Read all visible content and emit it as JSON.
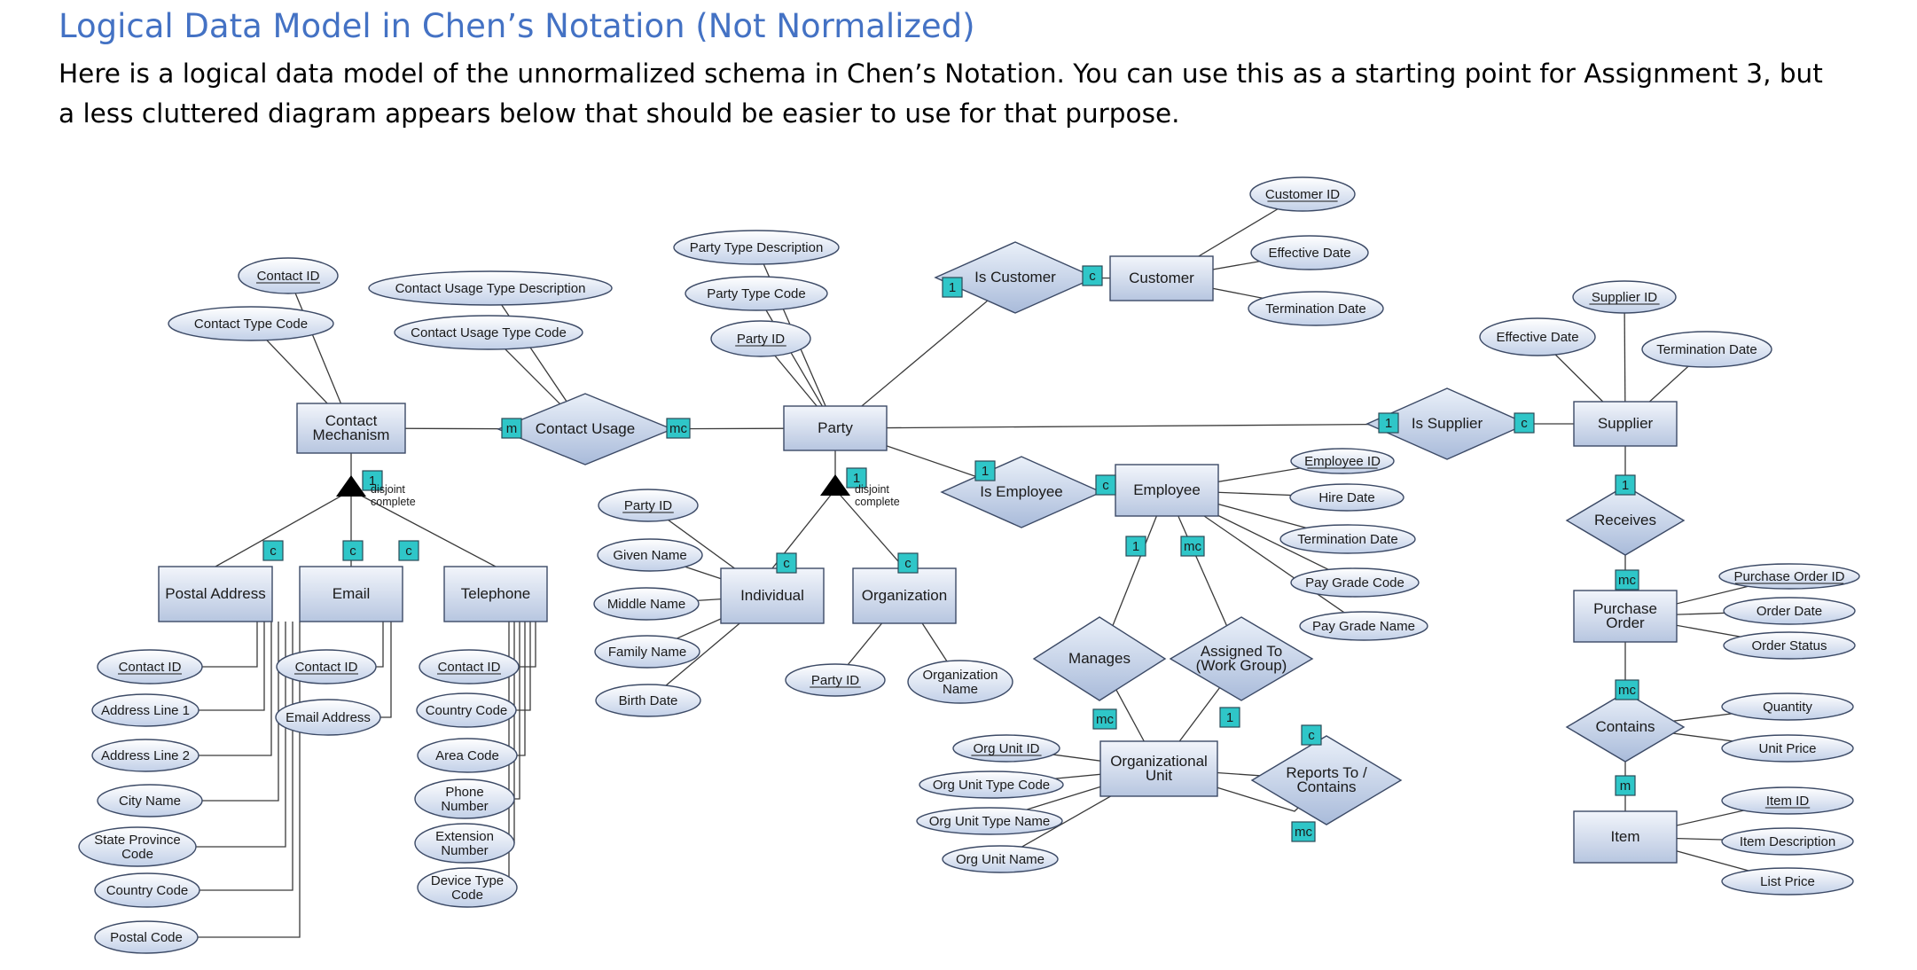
{
  "page": {
    "title": "Logical Data Model in Chen’s Notation (Not Normalized)",
    "intro": "Here is a logical data model of the unnormalized schema in Chen’s Notation.  You can use this as a starting point for Assignment 3, but a less cluttered diagram appears below that should be easier to use for that purpose."
  },
  "diagram": {
    "entities": [
      {
        "id": "contact_mechanism",
        "label": [
          "Contact",
          "Mechanism"
        ]
      },
      {
        "id": "party",
        "label": [
          "Party"
        ]
      },
      {
        "id": "customer",
        "label": [
          "Customer"
        ]
      },
      {
        "id": "supplier",
        "label": [
          "Supplier"
        ]
      },
      {
        "id": "employee",
        "label": [
          "Employee"
        ]
      },
      {
        "id": "postal_address",
        "label": [
          "Postal Address"
        ]
      },
      {
        "id": "email",
        "label": [
          "Email"
        ]
      },
      {
        "id": "telephone",
        "label": [
          "Telephone"
        ]
      },
      {
        "id": "individual",
        "label": [
          "Individual"
        ]
      },
      {
        "id": "organization",
        "label": [
          "Organization"
        ]
      },
      {
        "id": "organizational_unit",
        "label": [
          "Organizational",
          "Unit"
        ]
      },
      {
        "id": "purchase_order",
        "label": [
          "Purchase",
          "Order"
        ]
      },
      {
        "id": "item",
        "label": [
          "Item"
        ]
      }
    ],
    "relationships": [
      {
        "id": "contact_usage",
        "label": [
          "Contact Usage"
        ]
      },
      {
        "id": "is_customer",
        "label": [
          "Is Customer"
        ]
      },
      {
        "id": "is_supplier",
        "label": [
          "Is Supplier"
        ]
      },
      {
        "id": "is_employee",
        "label": [
          "Is Employee"
        ]
      },
      {
        "id": "receives",
        "label": [
          "Receives"
        ]
      },
      {
        "id": "contains_po",
        "label": [
          "Contains"
        ]
      },
      {
        "id": "manages",
        "label": [
          "Manages"
        ]
      },
      {
        "id": "assigned_to",
        "label": [
          "Assigned To",
          "(Work Group)"
        ]
      },
      {
        "id": "reports_to",
        "label": [
          "Reports To /",
          "Contains"
        ]
      }
    ],
    "attributes": [
      {
        "id": "cm_contact_id",
        "label": [
          "Contact ID"
        ],
        "key": true
      },
      {
        "id": "cm_contact_type_code",
        "label": [
          "Contact Type Code"
        ],
        "key": false
      },
      {
        "id": "cu_type_description",
        "label": [
          "Contact Usage Type Description"
        ],
        "key": false
      },
      {
        "id": "cu_type_code",
        "label": [
          "Contact Usage Type Code"
        ],
        "key": false
      },
      {
        "id": "party_type_description",
        "label": [
          "Party Type Description"
        ],
        "key": false
      },
      {
        "id": "party_type_code",
        "label": [
          "Party Type Code"
        ],
        "key": false
      },
      {
        "id": "party_party_id",
        "label": [
          "Party ID"
        ],
        "key": true
      },
      {
        "id": "cust_customer_id",
        "label": [
          "Customer ID"
        ],
        "key": true
      },
      {
        "id": "cust_effective_date",
        "label": [
          "Effective Date"
        ],
        "key": false
      },
      {
        "id": "cust_termination_date",
        "label": [
          "Termination Date"
        ],
        "key": false
      },
      {
        "id": "sup_supplier_id",
        "label": [
          "Supplier ID"
        ],
        "key": true
      },
      {
        "id": "sup_effective_date",
        "label": [
          "Effective Date"
        ],
        "key": false
      },
      {
        "id": "sup_termination_date",
        "label": [
          "Termination Date"
        ],
        "key": false
      },
      {
        "id": "emp_employee_id",
        "label": [
          "Employee ID"
        ],
        "key": true
      },
      {
        "id": "emp_hire_date",
        "label": [
          "Hire Date"
        ],
        "key": false
      },
      {
        "id": "emp_termination_date",
        "label": [
          "Termination Date"
        ],
        "key": false
      },
      {
        "id": "emp_pay_grade_code",
        "label": [
          "Pay Grade Code"
        ],
        "key": false
      },
      {
        "id": "emp_pay_grade_name",
        "label": [
          "Pay Grade Name"
        ],
        "key": false
      },
      {
        "id": "ind_party_id",
        "label": [
          "Party ID"
        ],
        "key": true
      },
      {
        "id": "ind_given_name",
        "label": [
          "Given Name"
        ],
        "key": false
      },
      {
        "id": "ind_middle_name",
        "label": [
          "Middle Name"
        ],
        "key": false
      },
      {
        "id": "ind_family_name",
        "label": [
          "Family Name"
        ],
        "key": false
      },
      {
        "id": "ind_birth_date",
        "label": [
          "Birth Date"
        ],
        "key": false
      },
      {
        "id": "org_party_id",
        "label": [
          "Party ID"
        ],
        "key": true
      },
      {
        "id": "org_name",
        "label": [
          "Organization",
          "Name"
        ],
        "key": false
      },
      {
        "id": "pa_contact_id",
        "label": [
          "Contact ID"
        ],
        "key": true
      },
      {
        "id": "pa_address_line_1",
        "label": [
          "Address Line 1"
        ],
        "key": false
      },
      {
        "id": "pa_address_line_2",
        "label": [
          "Address Line 2"
        ],
        "key": false
      },
      {
        "id": "pa_city_name",
        "label": [
          "City Name"
        ],
        "key": false
      },
      {
        "id": "pa_state_province_code",
        "label": [
          "State Province",
          "Code"
        ],
        "key": false
      },
      {
        "id": "pa_country_code",
        "label": [
          "Country Code"
        ],
        "key": false
      },
      {
        "id": "pa_postal_code",
        "label": [
          "Postal Code"
        ],
        "key": false
      },
      {
        "id": "em_contact_id",
        "label": [
          "Contact ID"
        ],
        "key": true
      },
      {
        "id": "em_email_address",
        "label": [
          "Email Address"
        ],
        "key": false
      },
      {
        "id": "tel_contact_id",
        "label": [
          "Contact ID"
        ],
        "key": true
      },
      {
        "id": "tel_country_code",
        "label": [
          "Country Code"
        ],
        "key": false
      },
      {
        "id": "tel_area_code",
        "label": [
          "Area Code"
        ],
        "key": false
      },
      {
        "id": "tel_phone_number",
        "label": [
          "Phone",
          "Number"
        ],
        "key": false
      },
      {
        "id": "tel_extension_number",
        "label": [
          "Extension",
          "Number"
        ],
        "key": false
      },
      {
        "id": "tel_device_type_code",
        "label": [
          "Device Type",
          "Code"
        ],
        "key": false
      },
      {
        "id": "ou_org_unit_id",
        "label": [
          "Org Unit ID"
        ],
        "key": true
      },
      {
        "id": "ou_type_code",
        "label": [
          "Org Unit Type Code"
        ],
        "key": false
      },
      {
        "id": "ou_type_name",
        "label": [
          "Org Unit Type Name"
        ],
        "key": false
      },
      {
        "id": "ou_name",
        "label": [
          "Org Unit Name"
        ],
        "key": false
      },
      {
        "id": "po_purchase_order_id",
        "label": [
          "Purchase Order ID"
        ],
        "key": true
      },
      {
        "id": "po_order_date",
        "label": [
          "Order Date"
        ],
        "key": false
      },
      {
        "id": "po_order_status",
        "label": [
          "Order Status"
        ],
        "key": false
      },
      {
        "id": "con_quantity",
        "label": [
          "Quantity"
        ],
        "key": false
      },
      {
        "id": "con_unit_price",
        "label": [
          "Unit Price"
        ],
        "key": false
      },
      {
        "id": "item_item_id",
        "label": [
          "Item ID"
        ],
        "key": true
      },
      {
        "id": "item_description",
        "label": [
          "Item Description"
        ],
        "key": false
      },
      {
        "id": "item_list_price",
        "label": [
          "List Price"
        ],
        "key": false
      }
    ],
    "cardinalities": [
      {
        "id": "cu_left",
        "text": "m"
      },
      {
        "id": "cu_right",
        "text": "mc"
      },
      {
        "id": "cm_isa_top",
        "text": "1"
      },
      {
        "id": "cm_isa_pa",
        "text": "c"
      },
      {
        "id": "cm_isa_email",
        "text": "c"
      },
      {
        "id": "cm_isa_tel",
        "text": "c"
      },
      {
        "id": "party_isa_top",
        "text": "1"
      },
      {
        "id": "party_isa_ind",
        "text": "c"
      },
      {
        "id": "party_isa_org",
        "text": "c"
      },
      {
        "id": "iscust_party",
        "text": "1"
      },
      {
        "id": "iscust_cust",
        "text": "c"
      },
      {
        "id": "issup_party",
        "text": "1"
      },
      {
        "id": "issup_sup",
        "text": "c"
      },
      {
        "id": "isemp_party",
        "text": "1"
      },
      {
        "id": "isemp_emp",
        "text": "c"
      },
      {
        "id": "emp_manages",
        "text": "1"
      },
      {
        "id": "emp_assigned",
        "text": "mc"
      },
      {
        "id": "ou_manages",
        "text": "mc"
      },
      {
        "id": "ou_assigned",
        "text": "1"
      },
      {
        "id": "reports_top",
        "text": "c"
      },
      {
        "id": "reports_bottom",
        "text": "mc"
      },
      {
        "id": "sup_receives",
        "text": "1"
      },
      {
        "id": "po_receives",
        "text": "mc"
      },
      {
        "id": "po_contains",
        "text": "mc"
      },
      {
        "id": "item_contains",
        "text": "m"
      }
    ],
    "isa_notes": [
      {
        "id": "cm_isa",
        "lines": [
          "disjoint",
          "complete"
        ]
      },
      {
        "id": "party_isa",
        "lines": [
          "disjoint",
          "complete"
        ]
      }
    ]
  }
}
